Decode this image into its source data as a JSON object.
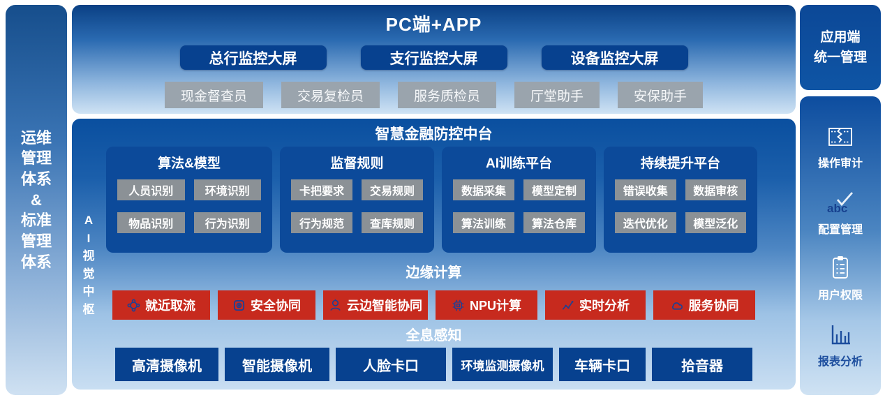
{
  "left_sidebar": {
    "label": "运维\n管理\n体系\n&\n标准\n管理\n体系"
  },
  "top_panel": {
    "title": "PC端+APP",
    "screens": [
      "总行监控大屏",
      "支行监控大屏",
      "设备监控大屏"
    ],
    "roles": [
      "现金督查员",
      "交易复检员",
      "服务质检员",
      "厅堂助手",
      "安保助手"
    ]
  },
  "middle_panel": {
    "title": "智慧金融防控中台",
    "side_label": "A\nI\n视\n觉\n中\n枢",
    "columns": [
      {
        "title": "算法&模型",
        "items": [
          "人员识别",
          "环境识别",
          "物品识别",
          "行为识别"
        ]
      },
      {
        "title": "监督规则",
        "items": [
          "卡把要求",
          "交易规则",
          "行为规范",
          "查库规则"
        ]
      },
      {
        "title": "AI训练平台",
        "items": [
          "数据采集",
          "模型定制",
          "算法训练",
          "算法仓库"
        ]
      },
      {
        "title": "持续提升平台",
        "items": [
          "错误收集",
          "数据审核",
          "迭代优化",
          "模型泛化"
        ]
      }
    ],
    "edge_section": {
      "title": "边缘计算",
      "items": [
        {
          "icon": "network-icon",
          "label": "就近取流"
        },
        {
          "icon": "secure-box-icon",
          "label": "安全协同"
        },
        {
          "icon": "ai-head-icon",
          "label": "云边智能协同"
        },
        {
          "icon": "chip-icon",
          "label": "NPU计算"
        },
        {
          "icon": "realtime-chart-icon",
          "label": "实时分析"
        },
        {
          "icon": "cloud-icon",
          "label": "服务协同"
        }
      ]
    },
    "perception_section": {
      "title": "全息感知",
      "items": [
        "高清摄像机",
        "智能摄像机",
        "人脸卡口",
        "环境监测摄像机",
        "车辆卡口",
        "拾音器"
      ]
    }
  },
  "right_sidebar": {
    "title": "应用端\n统一管理",
    "items": [
      {
        "icon": "audit-log-icon",
        "label": "操作审计"
      },
      {
        "icon": "abc-check-icon",
        "label": "配置管理"
      },
      {
        "icon": "clipboard-icon",
        "label": "用户权限"
      },
      {
        "icon": "bar-chart-icon",
        "label": "报表分析"
      }
    ]
  },
  "colors": {
    "navy_button": "#07418f",
    "column_blue": "#0c4a9a",
    "gray_role_button": "#9aa4ad",
    "gray_item_button": "#8b9196",
    "red_button": "#c72a1e",
    "edge_icon_navy": "#1e4094",
    "panel_top_blue": "#0a4f9f",
    "panel_bottom_blue": "#c9def2"
  }
}
